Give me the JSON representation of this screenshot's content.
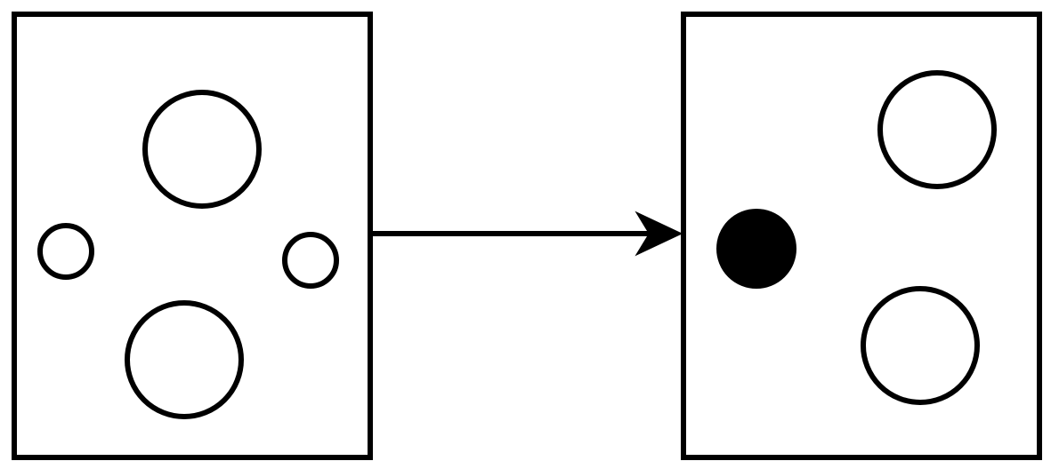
{
  "colors": {
    "stroke": "#000000",
    "background": "#ffffff",
    "filled_circle": "#000000"
  },
  "left_panel": {
    "circles": [
      {
        "size": "large",
        "filled": false
      },
      {
        "size": "small",
        "filled": false
      },
      {
        "size": "small",
        "filled": false
      },
      {
        "size": "large",
        "filled": false
      }
    ]
  },
  "arrow": {
    "direction": "left-to-right"
  },
  "right_panel": {
    "circles": [
      {
        "size": "large",
        "filled": false
      },
      {
        "size": "medium",
        "filled": true
      },
      {
        "size": "large",
        "filled": false
      }
    ]
  }
}
